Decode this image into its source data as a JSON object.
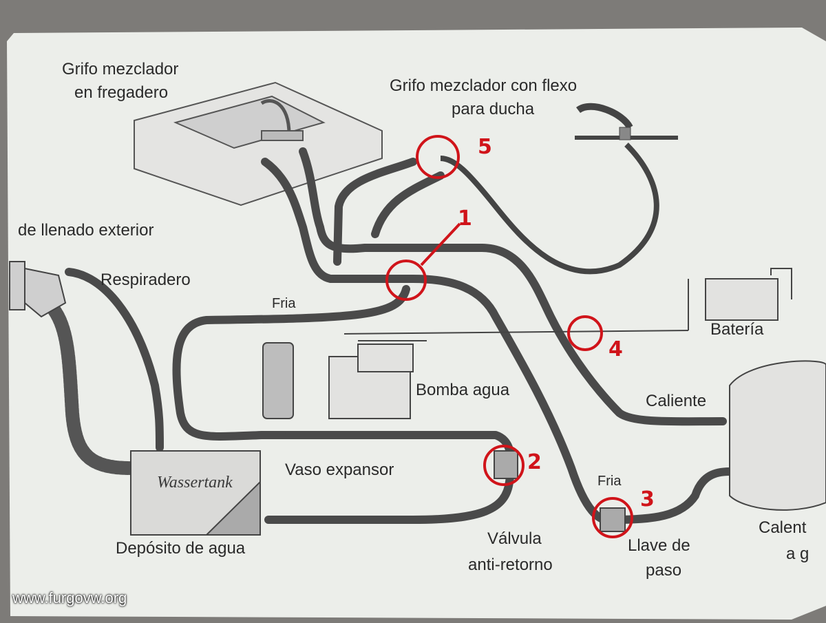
{
  "labels": {
    "sink_faucet_line1": "Grifo mezclador",
    "sink_faucet_line2": "en fregadero",
    "shower_faucet_line1": "Grifo mezclador con flexo",
    "shower_faucet_line2": "para ducha",
    "filler": "de llenado exterior",
    "breather": "Respiradero",
    "cold_top": "Fria",
    "battery": "Batería",
    "pump": "Bomba agua",
    "hot": "Caliente",
    "expansion_vessel": "Vaso expansor",
    "cold_bottom": "Fria",
    "tank_brand": "Wassertank",
    "tank": "Depósito de agua",
    "check_valve_line1": "Válvula",
    "check_valve_line2": "anti-retorno",
    "stopcock_line1": "Llave de",
    "stopcock_line2": "paso",
    "heater_line1": "Calent",
    "heater_line2": "a g"
  },
  "markers": [
    "1",
    "2",
    "3",
    "4",
    "5"
  ],
  "watermark": "www.furgovw.org",
  "colors": {
    "paper": "#eceeea",
    "pipe": "#4a4a4a",
    "marker": "#d0141a"
  }
}
